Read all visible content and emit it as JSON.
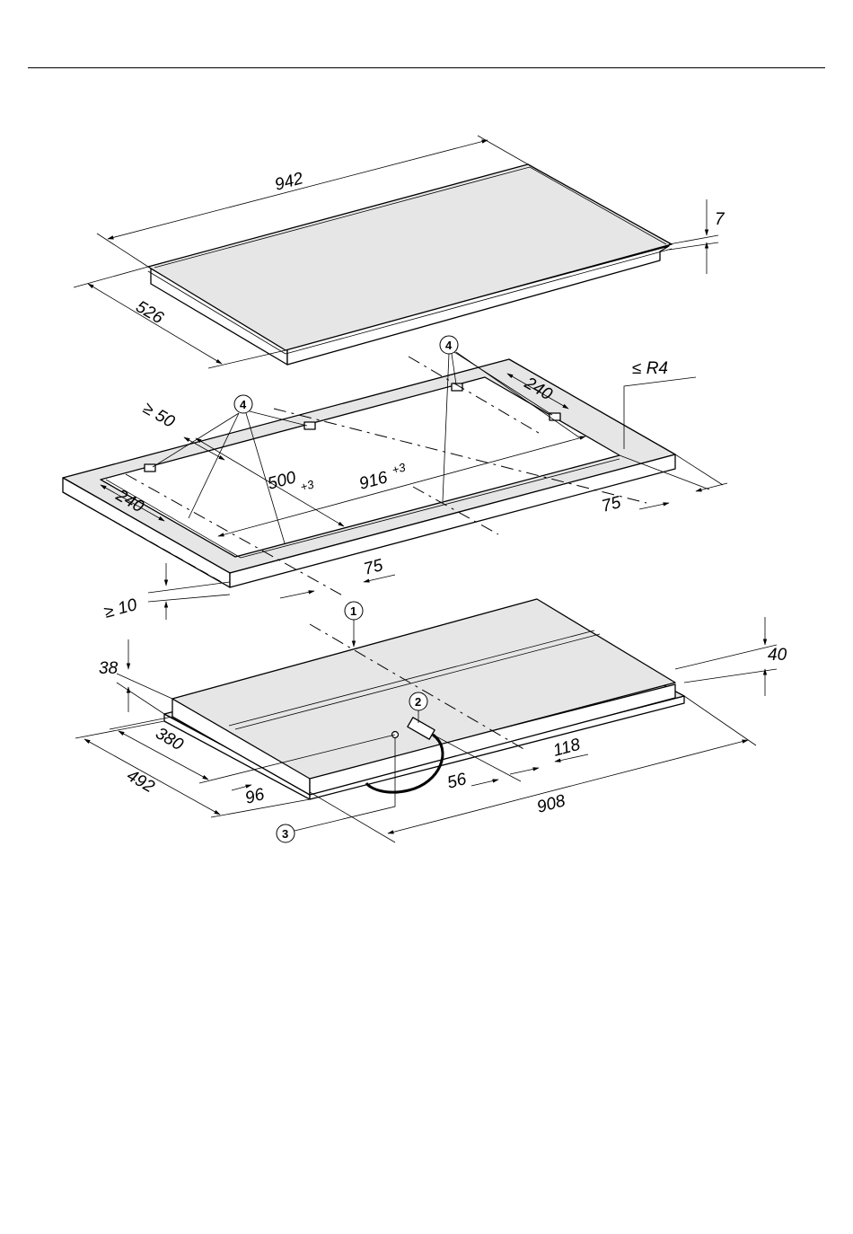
{
  "top_view": {
    "width": "942",
    "depth": "526",
    "glass_thickness": "7"
  },
  "cutout": {
    "min_wall": "≥ 50",
    "depth_base": "500",
    "depth_tol": "+3",
    "width_base": "916",
    "width_tol": "+3",
    "right_section": "240",
    "left_section": "240",
    "right_edge": "75",
    "front_edge": "75",
    "worktop_min": "≥ 10",
    "radius": "≤ R4"
  },
  "base_unit": {
    "height_left": "38",
    "height_right": "40",
    "depth_inner": "380",
    "depth_outer": "492",
    "offset_front": "96",
    "offset_cable": "56",
    "offset_right": "118",
    "width": "908"
  },
  "callouts": {
    "c1": "1",
    "c2": "2",
    "c3": "3",
    "c4a": "4",
    "c4b": "4"
  }
}
